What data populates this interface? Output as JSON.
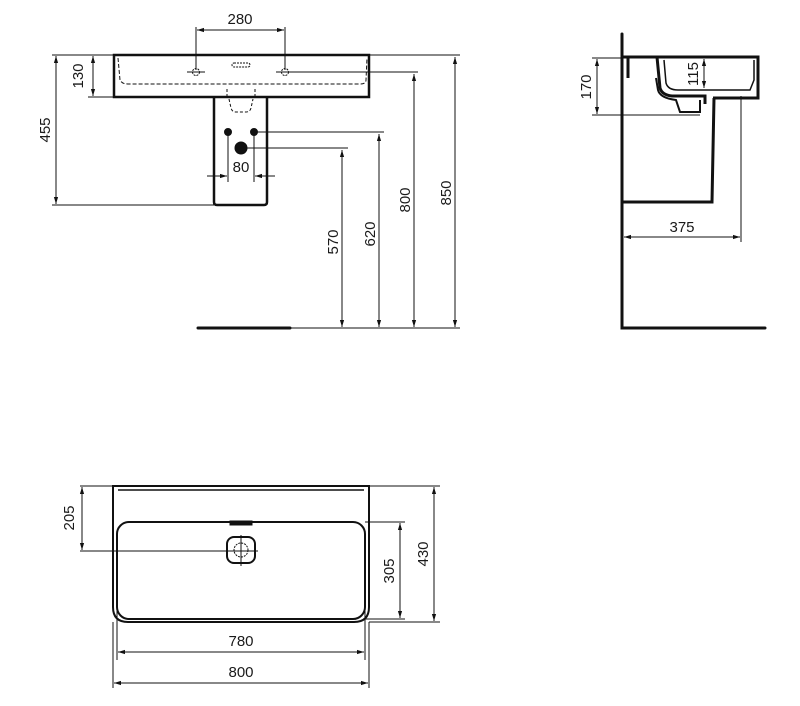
{
  "drawing": {
    "type": "technical dimension drawing",
    "subject": "wall-hung washbasin with semi-pedestal",
    "units": "mm",
    "views": {
      "front_view": {
        "dimensions": {
          "tap_holes_spacing": "280",
          "basin_height": "130",
          "basin_top_to_pedestal_bottom": "455",
          "supply_spacing": "80",
          "waste_height": "570",
          "supply_height": "620",
          "tap_hole_height": "800",
          "rim_height": "850"
        }
      },
      "side_view": {
        "dimensions": {
          "overall_depth_height": "170",
          "bowl_depth": "115",
          "wall_to_tap_hole": "375"
        }
      },
      "top_view": {
        "dimensions": {
          "back_to_waste": "205",
          "bowl_length": "305",
          "overall_depth": "430",
          "bowl_width": "780",
          "overall_width": "800"
        }
      }
    }
  }
}
